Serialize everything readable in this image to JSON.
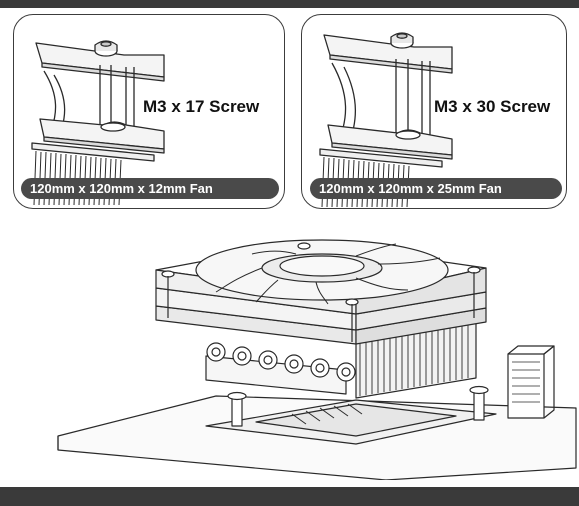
{
  "panels": [
    {
      "screw_label": "M3 x 17 Screw",
      "fan_label": "120mm x 120mm  x 12mm Fan"
    },
    {
      "screw_label": "M3 x 30 Screw",
      "fan_label": "120mm x 120mm  x 25mm Fan"
    }
  ],
  "colors": {
    "band": "#3a3a3a",
    "pill": "#4a4a4a",
    "line": "#2a2a2a"
  },
  "icons": [
    "screw-detail-illustration",
    "cpu-cooler-illustration"
  ]
}
